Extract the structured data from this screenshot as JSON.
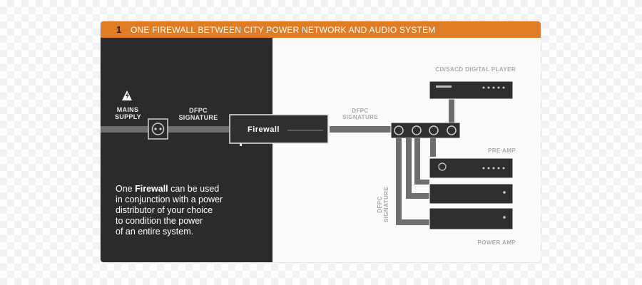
{
  "header": {
    "number": "1",
    "title": "ONE FIREWALL BETWEEN CITY POWER NETWORK AND AUDIO SYSTEM"
  },
  "labels": {
    "mains_supply_line1": "MAINS",
    "mains_supply_line2": "SUPPLY",
    "dfpc_signature_left_line1": "DFPC",
    "dfpc_signature_left_line2": "SIGNATURE",
    "dfpc_signature_mid_line1": "DFPC",
    "dfpc_signature_mid_line2": "SIGNATURE",
    "dfpc_signature_vertical_line1": "DFPC",
    "dfpc_signature_vertical_line2": "SIGNATURE",
    "firewall": "Firewall",
    "cd_player": "CD/SACD DIGITAL PLAYER",
    "pre_amp": "PRE AMP",
    "power_amp": "POWER AMP"
  },
  "description": {
    "prefix": "One ",
    "bold": "Firewall",
    "line1_rest": " can be used",
    "line2": "in conjunction with a power",
    "line3": "distributor of your choice",
    "line4": "to condition the power",
    "line5": "of an entire system."
  },
  "colors": {
    "accent": "#e07c24",
    "dark_panel": "#2b2b2b",
    "device": "#2f2f2f",
    "cable": "#6e6e6e"
  },
  "icons": {
    "mains": "lightning-warning-icon",
    "outlet": "power-outlet-icon"
  }
}
